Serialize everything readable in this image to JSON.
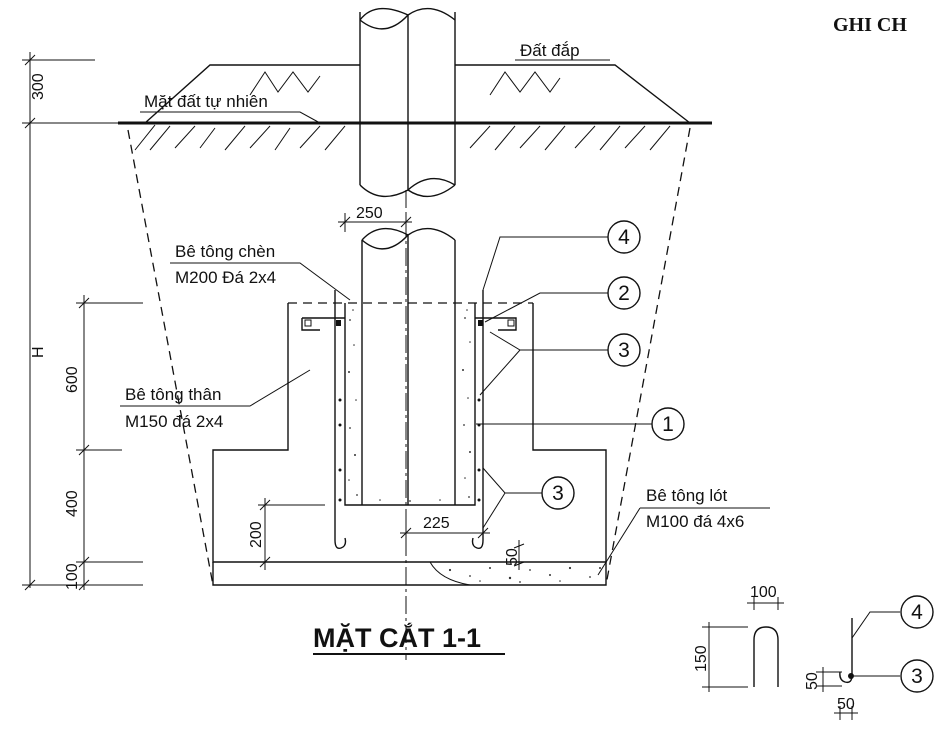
{
  "header": {
    "ghi_chu": "GHI CH"
  },
  "section_title": "MẶT CẮT 1-1",
  "labels": {
    "dat_dap": "Đất đắp",
    "mat_dat": "Mặt đất tự nhiên",
    "be_tong_chen_1": "Bê tông chèn",
    "be_tong_chen_2": "M200 Đá 2x4",
    "be_tong_than_1": "Bê tông thân",
    "be_tong_than_2": "M150 đá 2x4",
    "be_tong_lot_1": "Bê tông lót",
    "be_tong_lot_2": "M100 đá 4x6"
  },
  "dimensions": {
    "d300": "300",
    "dH": "H",
    "d600": "600",
    "d400": "400",
    "d100": "100",
    "d250": "250",
    "d225": "225",
    "d200": "200",
    "d50": "50",
    "detail_100": "100",
    "detail_150": "150",
    "detail_50a": "50",
    "detail_50b": "50"
  },
  "markers": {
    "m1": "1",
    "m2": "2",
    "m3a": "3",
    "m3b": "3",
    "m4": "4",
    "detail_m4": "4",
    "detail_m3": "3"
  }
}
